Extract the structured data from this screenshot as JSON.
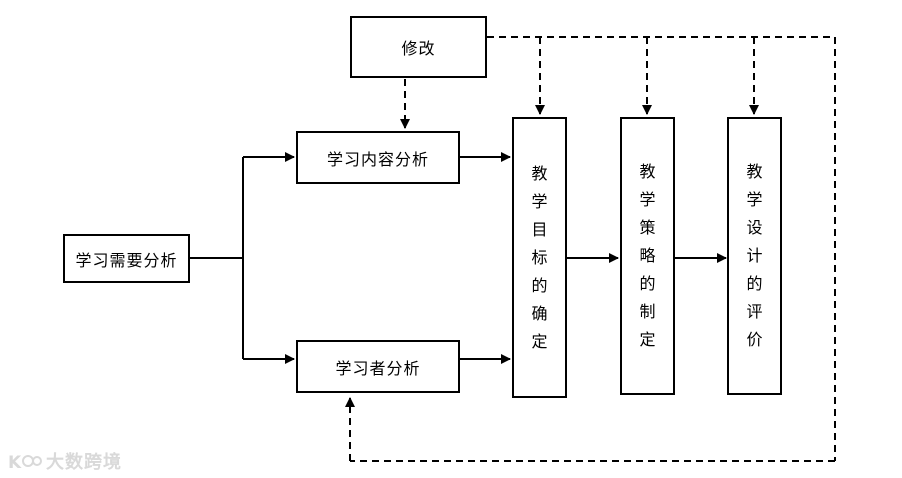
{
  "nodes": {
    "revise": "修改",
    "needs_analysis": "学习需要分析",
    "content_analysis": "学习内容分析",
    "learner_analysis": "学习者分析",
    "objectives": [
      "教",
      "学",
      "目",
      "标",
      "的",
      "确",
      "定"
    ],
    "strategy": [
      "教",
      "学",
      "策",
      "略",
      "的",
      "制",
      "定"
    ],
    "evaluation": [
      "教",
      "学",
      "设",
      "计",
      "的",
      "评",
      "价"
    ]
  },
  "watermark": {
    "text": "大数跨境"
  }
}
